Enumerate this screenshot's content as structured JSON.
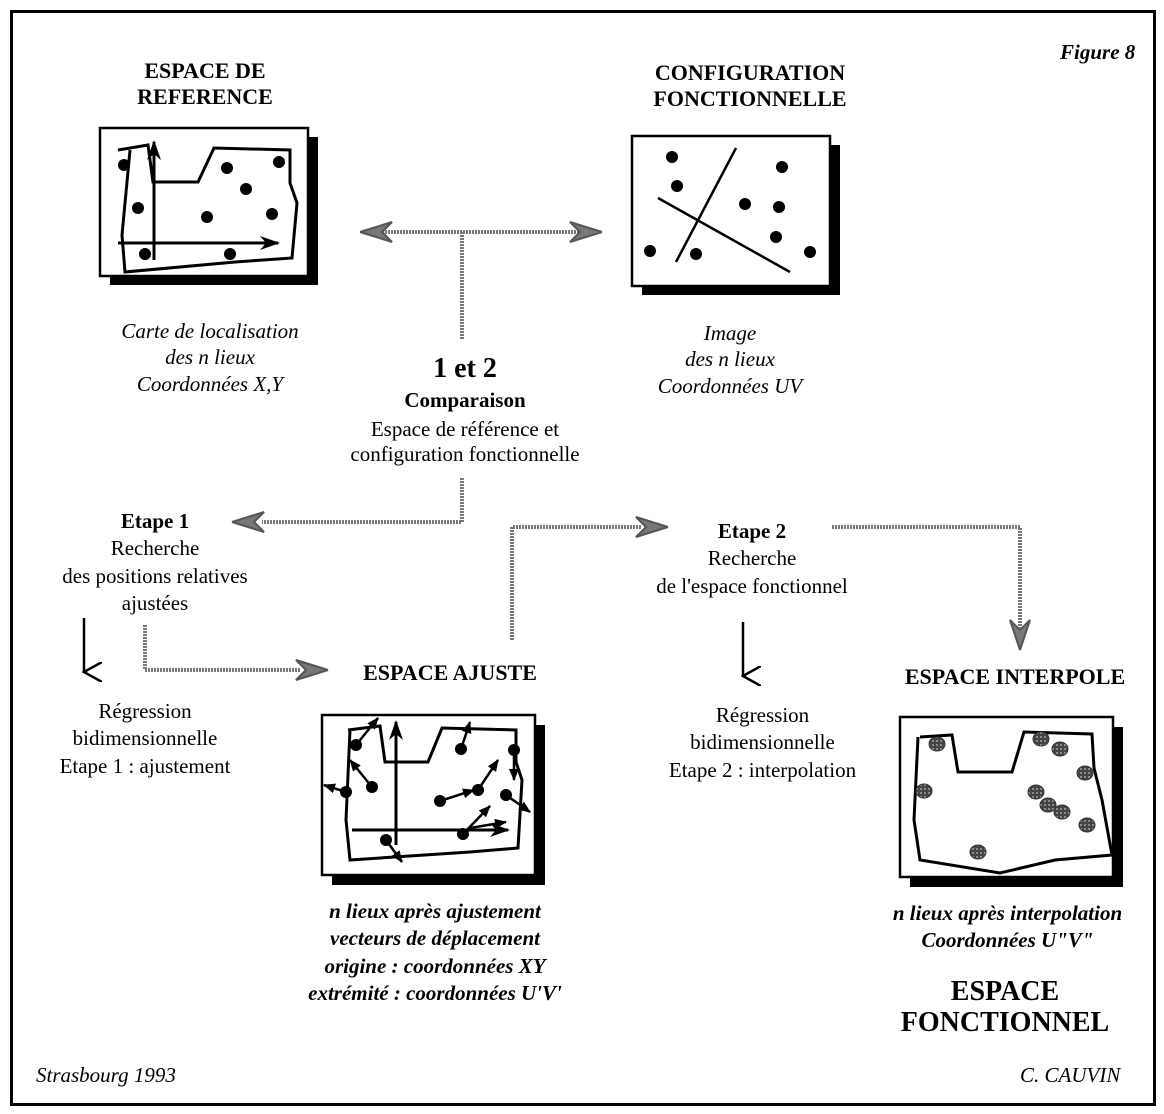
{
  "figure_label": "Figure 8",
  "espace_reference": {
    "title_line1": "ESPACE DE",
    "title_line2": "REFERENCE",
    "caption_line1": "Carte de localisation",
    "caption_line2": "des n lieux",
    "caption_line3": "Coordonnées X,Y"
  },
  "configuration": {
    "title_line1": "CONFIGURATION",
    "title_line2": "FONCTIONNELLE",
    "caption_line1": "Image",
    "caption_line2": "des n lieux",
    "caption_line3": "Coordonnées UV"
  },
  "comparaison": {
    "number": "1 et 2",
    "title": "Comparaison",
    "line1": "Espace de référence et",
    "line2": "configuration fonctionnelle"
  },
  "etape1": {
    "title": "Etape 1",
    "line1": "Recherche",
    "line2": "des positions relatives",
    "line3": "ajustées",
    "regression_line1": "Régression",
    "regression_line2": "bidimensionnelle",
    "regression_line3": "Etape 1 : ajustement"
  },
  "etape2": {
    "title": "Etape 2",
    "line1": "Recherche",
    "line2": "de l'espace fonctionnel",
    "regression_line1": "Régression",
    "regression_line2": "bidimensionnelle",
    "regression_line3": "Etape 2 : interpolation"
  },
  "espace_ajuste": {
    "title": "ESPACE AJUSTE",
    "caption_line1": "n lieux après ajustement",
    "caption_line2": "vecteurs de déplacement",
    "caption_line3": "origine : coordonnées XY",
    "caption_line4": "extrémité : coordonnées U'V'"
  },
  "espace_interpole": {
    "title": "ESPACE INTERPOLE",
    "caption_line1": "n lieux après interpolation",
    "caption_line2": "Coordonnées U\"V\""
  },
  "espace_fonctionnel": {
    "line1": "ESPACE",
    "line2": "FONCTIONNEL"
  },
  "footer": {
    "place_year": "Strasbourg 1993",
    "author": "C. CAUVIN"
  }
}
